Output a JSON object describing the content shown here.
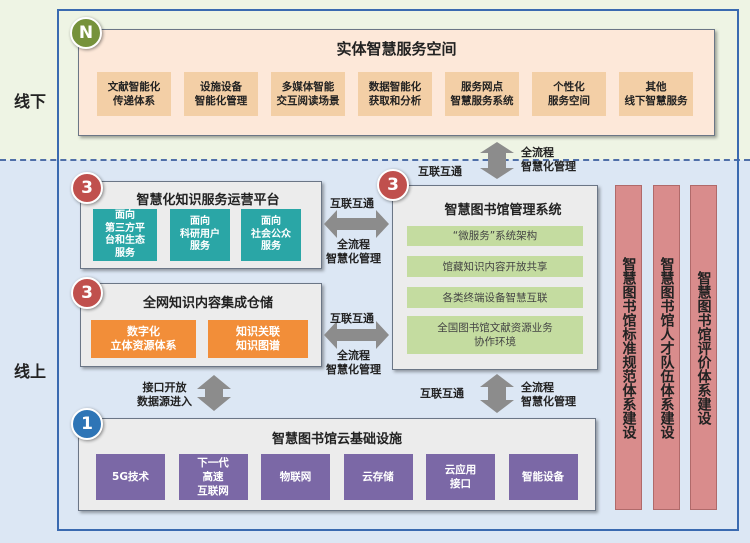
{
  "zones": {
    "offline": "线下",
    "online": "线上"
  },
  "physical_space": {
    "badge": "N",
    "title": "实体智慧服务空间",
    "items": [
      "文献智能化\n传递体系",
      "设施设备\n智能化管理",
      "多媒体智能\n交互阅读场景",
      "数据智能化\n获取和分析",
      "服务网点\n智慧服务系统",
      "个性化\n服务空间",
      "其他\n线下智慧服务"
    ]
  },
  "knowledge_platform": {
    "badge": "3",
    "title": "智慧化知识服务运营平台",
    "items": [
      "面向\n第三方平\n台和生态\n服务",
      "面向\n科研用户\n服务",
      "面向\n社会公众\n服务"
    ]
  },
  "knowledge_storage": {
    "badge": "3",
    "title": "全网知识内容集成仓储",
    "items": [
      "数字化\n立体资源体系",
      "知识关联\n知识图谱"
    ]
  },
  "library_system": {
    "badge": "3",
    "title": "智慧图书馆管理系统",
    "items": [
      "“微服务”系统架构",
      "馆藏知识内容开放共享",
      "各类终端设备智慧互联",
      "全国图书馆文献资源业务\n协作环境"
    ]
  },
  "cloud_infra": {
    "badge": "1",
    "title": "智慧图书馆云基础设施",
    "items": [
      "5G技术",
      "下一代\n高速\n互联网",
      "物联网",
      "云存储",
      "云应用\n接口",
      "智能设备"
    ]
  },
  "systems": [
    "智慧图书馆标准规范体系建设",
    "智慧图书馆人才队伍体系建设",
    "智慧图书馆评价体系建设"
  ],
  "connectors": {
    "top_link": "互联互通",
    "top_process": "全流程\n智慧化管理",
    "mid1_link": "互联互通",
    "mid1_process": "全流程\n智慧化管理",
    "mid2_link": "互联互通",
    "mid2_process": "全流程\n智慧化管理",
    "interface": "接口开放\n数据源进入",
    "bottom_link": "互联互通",
    "bottom_process": "全流程\n智慧化管理"
  },
  "colors": {
    "badge_red": "#c0504d",
    "badge_green": "#76923c",
    "badge_blue": "#2e75b6",
    "peach": "#f3cfa6",
    "teal": "#2aa6a6",
    "orange": "#f28e39",
    "purple": "#7b68a6",
    "light_green": "#c4dca0",
    "pink": "#d98c8c",
    "arrow": "#8c8c8c"
  }
}
